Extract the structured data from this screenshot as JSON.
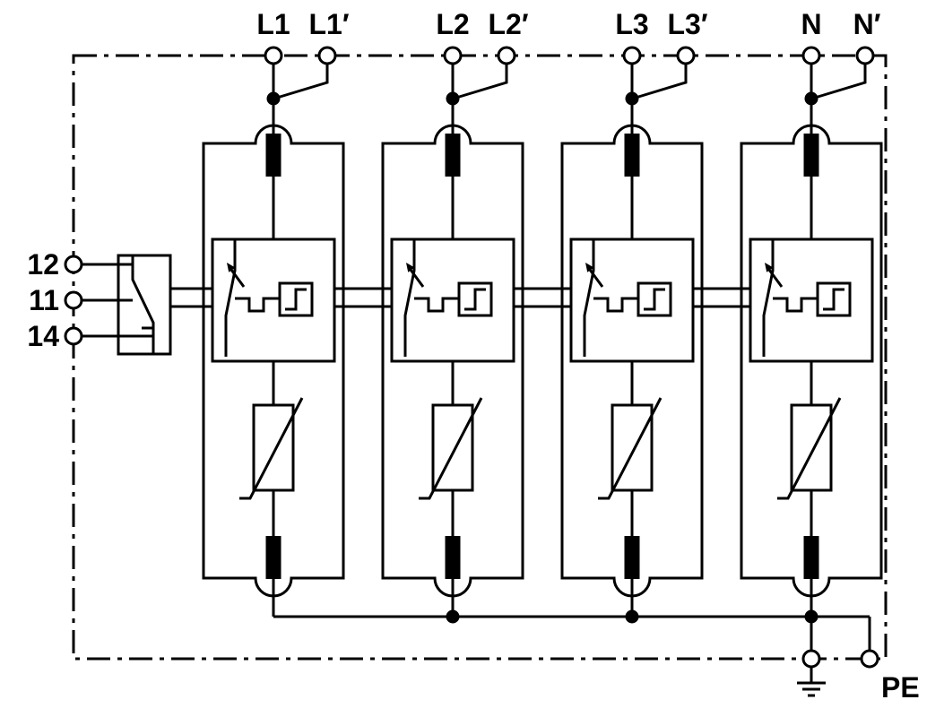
{
  "phases": [
    {
      "input": "L1",
      "output": "L1′"
    },
    {
      "input": "L2",
      "output": "L2′"
    },
    {
      "input": "L3",
      "output": "L3′"
    },
    {
      "input": "N",
      "output": "N′"
    }
  ],
  "signal_contact": {
    "terminals": [
      "12",
      "11",
      "14"
    ]
  },
  "earth": {
    "label": "PE"
  },
  "symbols": {
    "module": [
      "thermal-disconnector",
      "disconnect-switch",
      "actuation-arrow",
      "status-indicator",
      "varistor"
    ],
    "signal_contact": "changeover-contact",
    "earth": "earth-ground-icon"
  },
  "colors": {
    "line": "#000000",
    "background": "#ffffff"
  }
}
